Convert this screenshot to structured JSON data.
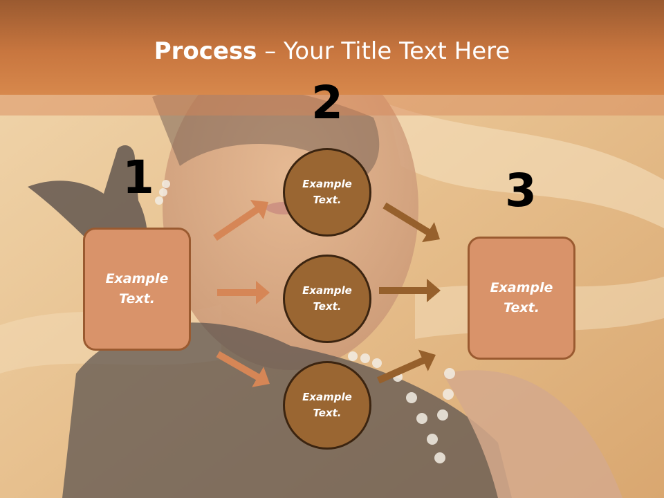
{
  "title": {
    "bold": "Process",
    "rest": " – Your Title Text Here"
  },
  "steps": {
    "one": {
      "number": "1",
      "text": "Example\nText."
    },
    "two": {
      "number": "2"
    },
    "three": {
      "number": "3",
      "text": "Example\nText."
    }
  },
  "circles": [
    {
      "text": "Example\nText."
    },
    {
      "text": "Example\nText."
    },
    {
      "text": "Example\nText."
    }
  ],
  "colors": {
    "title_band": "#c8763f",
    "box_fill": "#d9936a",
    "box_border": "#9a5a30",
    "circle_fill": "#9a6632",
    "circle_border": "#3b2410",
    "left_arrows": "#d68656",
    "right_arrows": "#96602c"
  }
}
